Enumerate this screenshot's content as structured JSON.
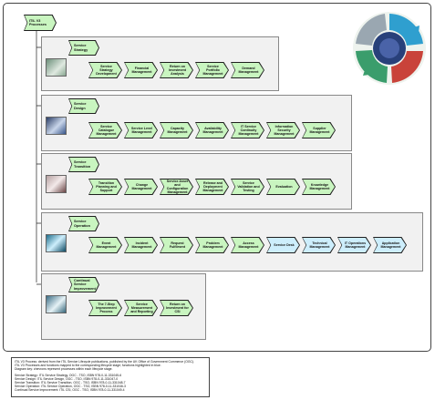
{
  "root": {
    "label": "ITIL V3\nProcesses",
    "color": "#c9f5c0"
  },
  "colors": {
    "process": "#c9f5c0",
    "highlight": "#cdeefc",
    "band": "#f1f1f1"
  },
  "phases": [
    {
      "label": "Service Strategy",
      "processes": [
        {
          "label": "Service Strategy Development",
          "color": "#c9f5c0"
        },
        {
          "label": "Financial Management",
          "color": "#c9f5c0"
        },
        {
          "label": "Return on Investment Analysis",
          "color": "#c9f5c0"
        },
        {
          "label": "Service Portfolio Management",
          "color": "#c9f5c0"
        },
        {
          "label": "Demand Management",
          "color": "#c9f5c0"
        }
      ]
    },
    {
      "label": "Service Design",
      "processes": [
        {
          "label": "Service Catalogue Management",
          "color": "#c9f5c0"
        },
        {
          "label": "Service Level Management",
          "color": "#c9f5c0"
        },
        {
          "label": "Capacity Management",
          "color": "#c9f5c0"
        },
        {
          "label": "Availability Management",
          "color": "#c9f5c0"
        },
        {
          "label": "IT Service Continuity Management",
          "color": "#c9f5c0"
        },
        {
          "label": "Information Security Management",
          "color": "#c9f5c0"
        },
        {
          "label": "Supplier Management",
          "color": "#c9f5c0"
        }
      ]
    },
    {
      "label": "Service Transition",
      "processes": [
        {
          "label": "Transition Planning and Support",
          "color": "#c9f5c0"
        },
        {
          "label": "Change Management",
          "color": "#c9f5c0"
        },
        {
          "label": "Service Asset and Configuration Management",
          "color": "#c9f5c0"
        },
        {
          "label": "Release and Deployment Management",
          "color": "#c9f5c0"
        },
        {
          "label": "Service Validation and Testing",
          "color": "#c9f5c0"
        },
        {
          "label": "Evaluation",
          "color": "#c9f5c0"
        },
        {
          "label": "Knowledge Management",
          "color": "#c9f5c0"
        }
      ]
    },
    {
      "label": "Service Operation",
      "processes": [
        {
          "label": "Event Management",
          "color": "#c9f5c0"
        },
        {
          "label": "Incident Management",
          "color": "#c9f5c0"
        },
        {
          "label": "Request Fulfilment",
          "color": "#c9f5c0"
        },
        {
          "label": "Problem Management",
          "color": "#c9f5c0"
        },
        {
          "label": "Access Management",
          "color": "#c9f5c0"
        },
        {
          "label": "Service Desk",
          "color": "#cdeefc"
        },
        {
          "label": "Technical Management",
          "color": "#cdeefc"
        },
        {
          "label": "IT Operations Management",
          "color": "#cdeefc"
        },
        {
          "label": "Application Management",
          "color": "#cdeefc"
        }
      ]
    },
    {
      "label": "Continual Service Improvement",
      "processes": [
        {
          "label": "The 7-Step Improvement Process",
          "color": "#c9f5c0"
        },
        {
          "label": "Service Measurement and Reporting",
          "color": "#c9f5c0"
        },
        {
          "label": "Return on Investment for CSI",
          "color": "#c9f5c0"
        }
      ]
    }
  ],
  "legend": [
    "ITIL V3 Process: derived from the ITIL Service Lifecycle publications, published by the UK Office of Government Commerce (OGC).",
    "ITIL V3 Processes and functions mapped to the corresponding lifecycle stage; functions highlighted in blue.",
    "Diagram key: chevrons represent processes within each lifecycle stage.",
    "Service Strategy: ITIL Service Strategy, OGC - TSO, ISBN 978-0-11-331045-6",
    "Service Design: ITIL Service Design, OGC - TSO, ISBN 978-0-11-331047-0",
    "Service Transition: ITIL Service Transition, OGC - TSO, ISBN 978-0-11-331048-7",
    "Service Operation: ITIL Service Operation, OGC - TSO, ISBN 978-0-11-331046-3",
    "Continual Service Improvement: ITIL CSI, OGC - TSO, ISBN 978-0-11-331049-4"
  ]
}
